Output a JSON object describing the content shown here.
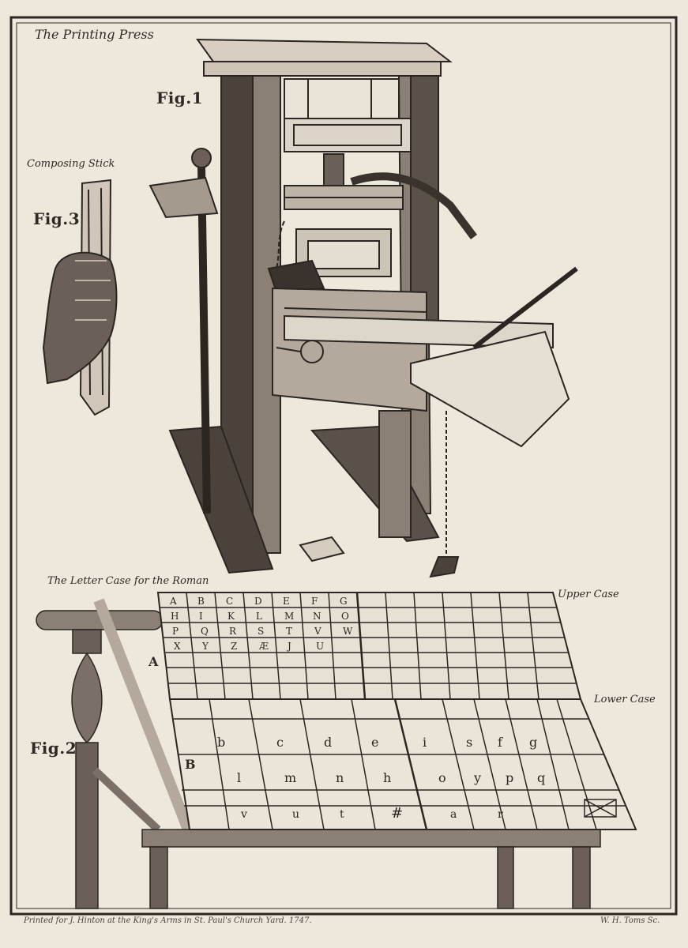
{
  "plate": {
    "title": "The Printing Press",
    "fig1": "Fig.1",
    "fig2": "Fig.2",
    "fig3": "Fig.3",
    "composing_stick": "Composing Stick",
    "letter_case_title": "The Letter Case for the Roman",
    "upper_case": "Upper Case",
    "lower_case": "Lower Case",
    "case_a": "A",
    "case_b": "B",
    "imprint_left": "Printed for J. Hinton at the King's Arms in St. Paul's Church Yard. 1747.",
    "imprint_right": "W. H. Toms Sc."
  },
  "colors": {
    "paper": "#eee7dc",
    "ink": "#2b2622"
  }
}
